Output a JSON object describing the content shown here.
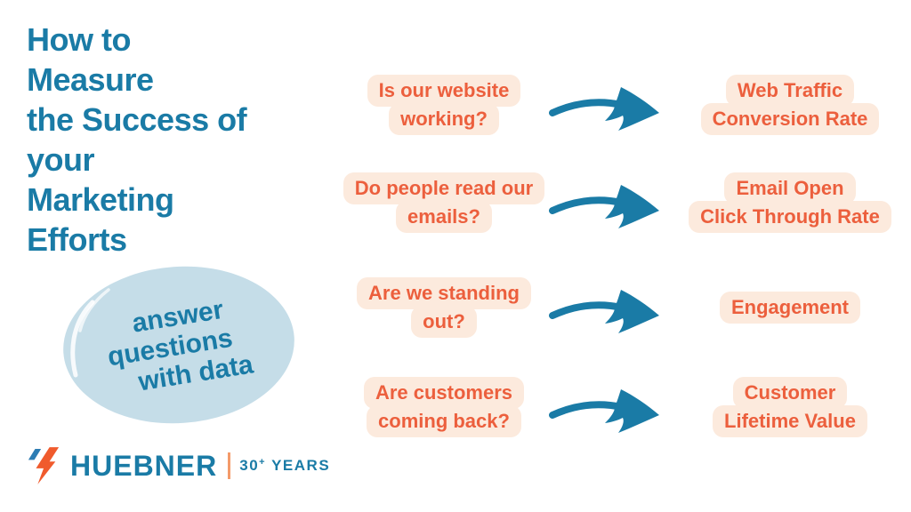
{
  "title": {
    "lines": [
      "How to",
      "Measure",
      "the Success of",
      "your",
      "Marketing",
      "Efforts"
    ]
  },
  "blob": {
    "lines": [
      "answer",
      "questions",
      "with data"
    ]
  },
  "rows": [
    {
      "question_lines": [
        "Is our website",
        "working?"
      ],
      "answer_lines": [
        "Web Traffic",
        "Conversion Rate"
      ]
    },
    {
      "question_lines": [
        "Do people read our",
        "emails?"
      ],
      "answer_lines": [
        "Email Open",
        "Click Through Rate"
      ]
    },
    {
      "question_lines": [
        "Are we standing",
        "out?"
      ],
      "answer_lines": [
        "Engagement"
      ]
    },
    {
      "question_lines": [
        "Are customers",
        "coming back?"
      ],
      "answer_lines": [
        "Customer",
        "Lifetime Value"
      ]
    }
  ],
  "logo": {
    "name": "HUEBNER",
    "tagline_number": "30",
    "tagline_plus": "+",
    "tagline_word": "YEARS"
  },
  "colors": {
    "teal": "#1a7ba6",
    "orange": "#ec5f3d",
    "peach": "#fceadd",
    "blob_blue": "#c5dde8",
    "logo_orange": "#f05b2d",
    "logo_blue": "#2d7cb3",
    "divider": "#f49b6a"
  }
}
